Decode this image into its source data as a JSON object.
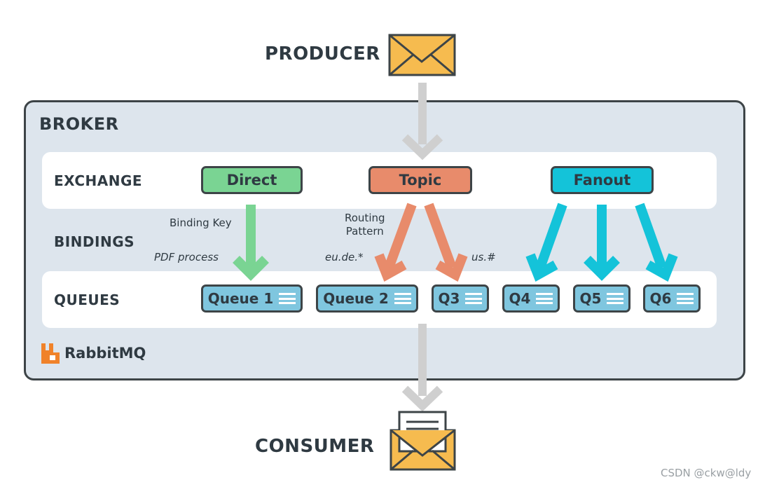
{
  "producer": {
    "label": "PRODUCER"
  },
  "consumer": {
    "label": "CONSUMER"
  },
  "broker": {
    "label": "BROKER"
  },
  "rows": {
    "exchange": "EXCHANGE",
    "bindings": "BINDINGS",
    "queues": "QUEUES"
  },
  "exchanges": {
    "direct": "Direct",
    "topic": "Topic",
    "fanout": "Fanout"
  },
  "bindings": {
    "binding_key": "Binding Key",
    "routing_pattern_line1": "Routing",
    "routing_pattern_line2": "Pattern",
    "pdf_process": "PDF process",
    "eu_de": "eu.de.*",
    "us_hash": "us.#"
  },
  "queues": [
    "Queue 1",
    "Queue 2",
    "Q3",
    "Q4",
    "Q5",
    "Q6"
  ],
  "brand": {
    "name": "RabbitMQ"
  },
  "watermark": "CSDN @ckw@ldy",
  "colors": {
    "direct": "#7ad493",
    "topic": "#e88b6b",
    "fanout": "#14c3d9",
    "queue": "#7fc6df",
    "envelope": "#f6bb4f",
    "arrow_gray": "#cfcfcf",
    "rabbit_orange": "#f0822a"
  },
  "icons": [
    "envelope-icon",
    "open-envelope-icon",
    "queue-lines-icon",
    "rabbitmq-logo-icon"
  ]
}
